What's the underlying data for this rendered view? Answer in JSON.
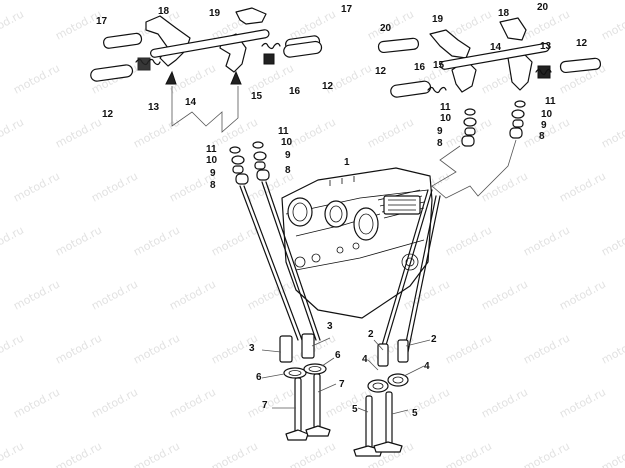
{
  "watermark": "motod.ru",
  "callouts": [
    {
      "id": "c17a",
      "text": "17"
    },
    {
      "id": "c18a",
      "text": "18"
    },
    {
      "id": "c19a",
      "text": "19"
    },
    {
      "id": "c17b",
      "text": "17"
    },
    {
      "id": "c12a",
      "text": "12"
    },
    {
      "id": "c13a",
      "text": "13"
    },
    {
      "id": "c14a",
      "text": "14"
    },
    {
      "id": "c15a",
      "text": "15"
    },
    {
      "id": "c16a",
      "text": "16"
    },
    {
      "id": "c12b",
      "text": "12"
    },
    {
      "id": "c20a",
      "text": "20"
    },
    {
      "id": "c19b",
      "text": "19"
    },
    {
      "id": "c18b",
      "text": "18"
    },
    {
      "id": "c20b",
      "text": "20"
    },
    {
      "id": "c12c",
      "text": "12"
    },
    {
      "id": "c16b",
      "text": "16"
    },
    {
      "id": "c15b",
      "text": "15"
    },
    {
      "id": "c14b",
      "text": "14"
    },
    {
      "id": "c13b",
      "text": "13"
    },
    {
      "id": "c12d",
      "text": "12"
    },
    {
      "id": "c11a",
      "text": "11"
    },
    {
      "id": "c10a",
      "text": "10"
    },
    {
      "id": "c9a",
      "text": "9"
    },
    {
      "id": "c8a",
      "text": "8"
    },
    {
      "id": "c11b",
      "text": "11"
    },
    {
      "id": "c10b",
      "text": "10"
    },
    {
      "id": "c9b",
      "text": "9"
    },
    {
      "id": "c8b",
      "text": "8"
    },
    {
      "id": "c11c",
      "text": "11"
    },
    {
      "id": "c10c",
      "text": "10"
    },
    {
      "id": "c9c",
      "text": "9"
    },
    {
      "id": "c8c",
      "text": "8"
    },
    {
      "id": "c11d",
      "text": "11"
    },
    {
      "id": "c10d",
      "text": "10"
    },
    {
      "id": "c9d",
      "text": "9"
    },
    {
      "id": "c8d",
      "text": "8"
    },
    {
      "id": "c1",
      "text": "1"
    },
    {
      "id": "c3a",
      "text": "3"
    },
    {
      "id": "c3b",
      "text": "3"
    },
    {
      "id": "c6a",
      "text": "6"
    },
    {
      "id": "c6b",
      "text": "6"
    },
    {
      "id": "c7a",
      "text": "7"
    },
    {
      "id": "c7b",
      "text": "7"
    },
    {
      "id": "c2a",
      "text": "2"
    },
    {
      "id": "c2b",
      "text": "2"
    },
    {
      "id": "c4a",
      "text": "4"
    },
    {
      "id": "c4b",
      "text": "4"
    },
    {
      "id": "c5a",
      "text": "5"
    },
    {
      "id": "c5b",
      "text": "5"
    }
  ]
}
